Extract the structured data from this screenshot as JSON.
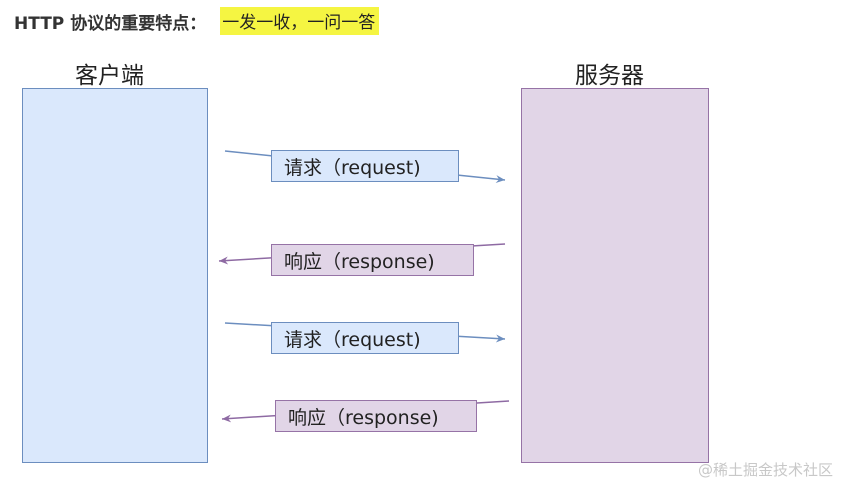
{
  "heading": {
    "label": "HTTP 协议的重要特点：",
    "highlight": "一发一收，一问一答"
  },
  "client": {
    "title": "客户端"
  },
  "server": {
    "title": "服务器"
  },
  "messages": [
    {
      "label": "请求（request)",
      "direction": "client-to-server"
    },
    {
      "label": "响应（response)",
      "direction": "server-to-client"
    },
    {
      "label": "请求（request)",
      "direction": "client-to-server"
    },
    {
      "label": "响应（response)",
      "direction": "server-to-client"
    }
  ],
  "colors": {
    "client_fill": "#dae8fc",
    "client_stroke": "#6c8ebf",
    "server_fill": "#e1d5e7",
    "server_stroke": "#9673a6",
    "highlight": "#f5f542",
    "request_arrow": "#6c8ebf",
    "response_arrow": "#8e6aa3"
  },
  "watermark": "@稀土掘金技术社区"
}
